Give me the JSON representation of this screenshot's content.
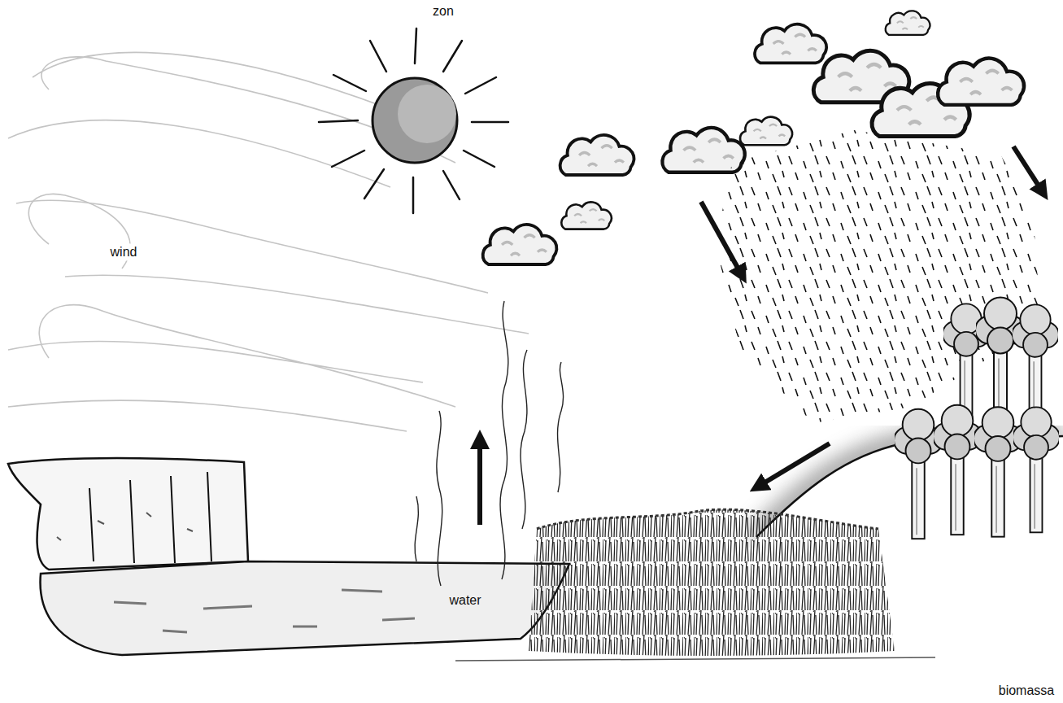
{
  "diagram": {
    "labels": [
      "zon",
      "wind",
      "water",
      "biomassa"
    ]
  }
}
